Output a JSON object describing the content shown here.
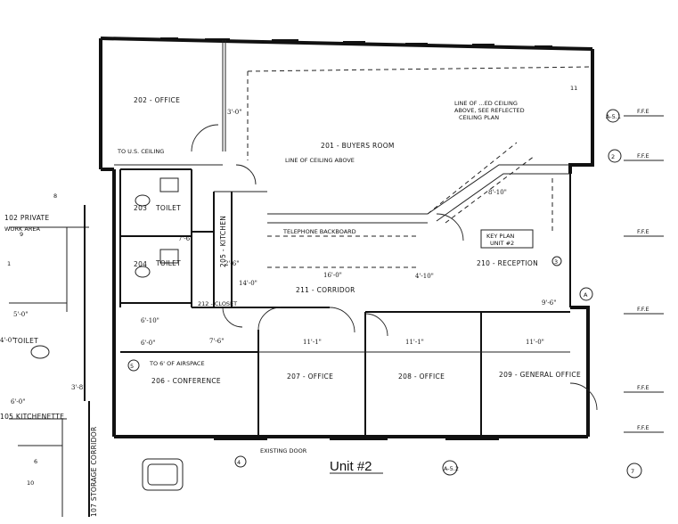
{
  "title": "Unit #2",
  "rooms": {
    "r202": "202 - OFFICE",
    "r201": "201 - BUYERS ROOM",
    "r203": "203",
    "r203b": "TOILET",
    "r204": "204",
    "r204b": "TOILET",
    "r205": "205 - KITCHEN",
    "r210": "210 - RECEPTION",
    "r211": "211 - CORRIDOR",
    "r212": "212 - CLOSET",
    "r206": "206 - CONFERENCE",
    "r207": "207 - OFFICE",
    "r208": "208 - OFFICE",
    "r209": "209 - GENERAL OFFICE",
    "r102": "102  PRIVATE",
    "r102b": "WORK AREA",
    "r105": "105  KITCHENETTE",
    "r107": "107  STORAGE CORRIDOR",
    "toilet": "TOILET"
  },
  "notes": {
    "ceiling_top": "LINE OF CEILING ABOVE",
    "ceiling_right1": "LINE OF ...ED CEILING",
    "ceiling_right2": "ABOVE, SEE REFLECTED",
    "ceiling_right3": "CEILING PLAN",
    "telephone": "TELEPHONE BACKBOARD",
    "key": "KEY PLAN",
    "key2": "UNIT #2",
    "existing": "EXISTING DOOR",
    "to_ceiling": "TO U.S. CEILING",
    "to_airspace": "TO 6' OF AIRSPACE"
  },
  "dims": {
    "d1": "11'-1\"",
    "d2": "11'-1\"",
    "d3": "11'-0\"",
    "d4": "7'-6\"",
    "d5": "7'-6\"",
    "d6": "6'-0\"",
    "d7": "6'-10\"",
    "d8": "3'-0\"",
    "d9": "8'-10\"",
    "d10": "4'-10\"",
    "d11": "16'-0\"",
    "d12": "5'-0\"",
    "d13": "4'-0\"",
    "d14": "6'-0\"",
    "d15": "14'-0\"",
    "d16": "3'-8\"",
    "d17": "2'-6\"",
    "d18": "9'-6\""
  },
  "callouts": {
    "a51": "A-5.1",
    "a52": "A-5.2",
    "a": "A",
    "n5": "5",
    "n4": "4",
    "n3": "3",
    "n2": "2",
    "n7": "7",
    "n8": "8",
    "n9": "9",
    "n1": "1",
    "n6": "6",
    "n10": "10",
    "n11": "11"
  },
  "margin": {
    "m1": "F.F.E",
    "m2": "F.F.E",
    "m3": "F.F.E",
    "m4": "F.F.E",
    "m5": "F.F.E",
    "m6": "F.F.E"
  }
}
